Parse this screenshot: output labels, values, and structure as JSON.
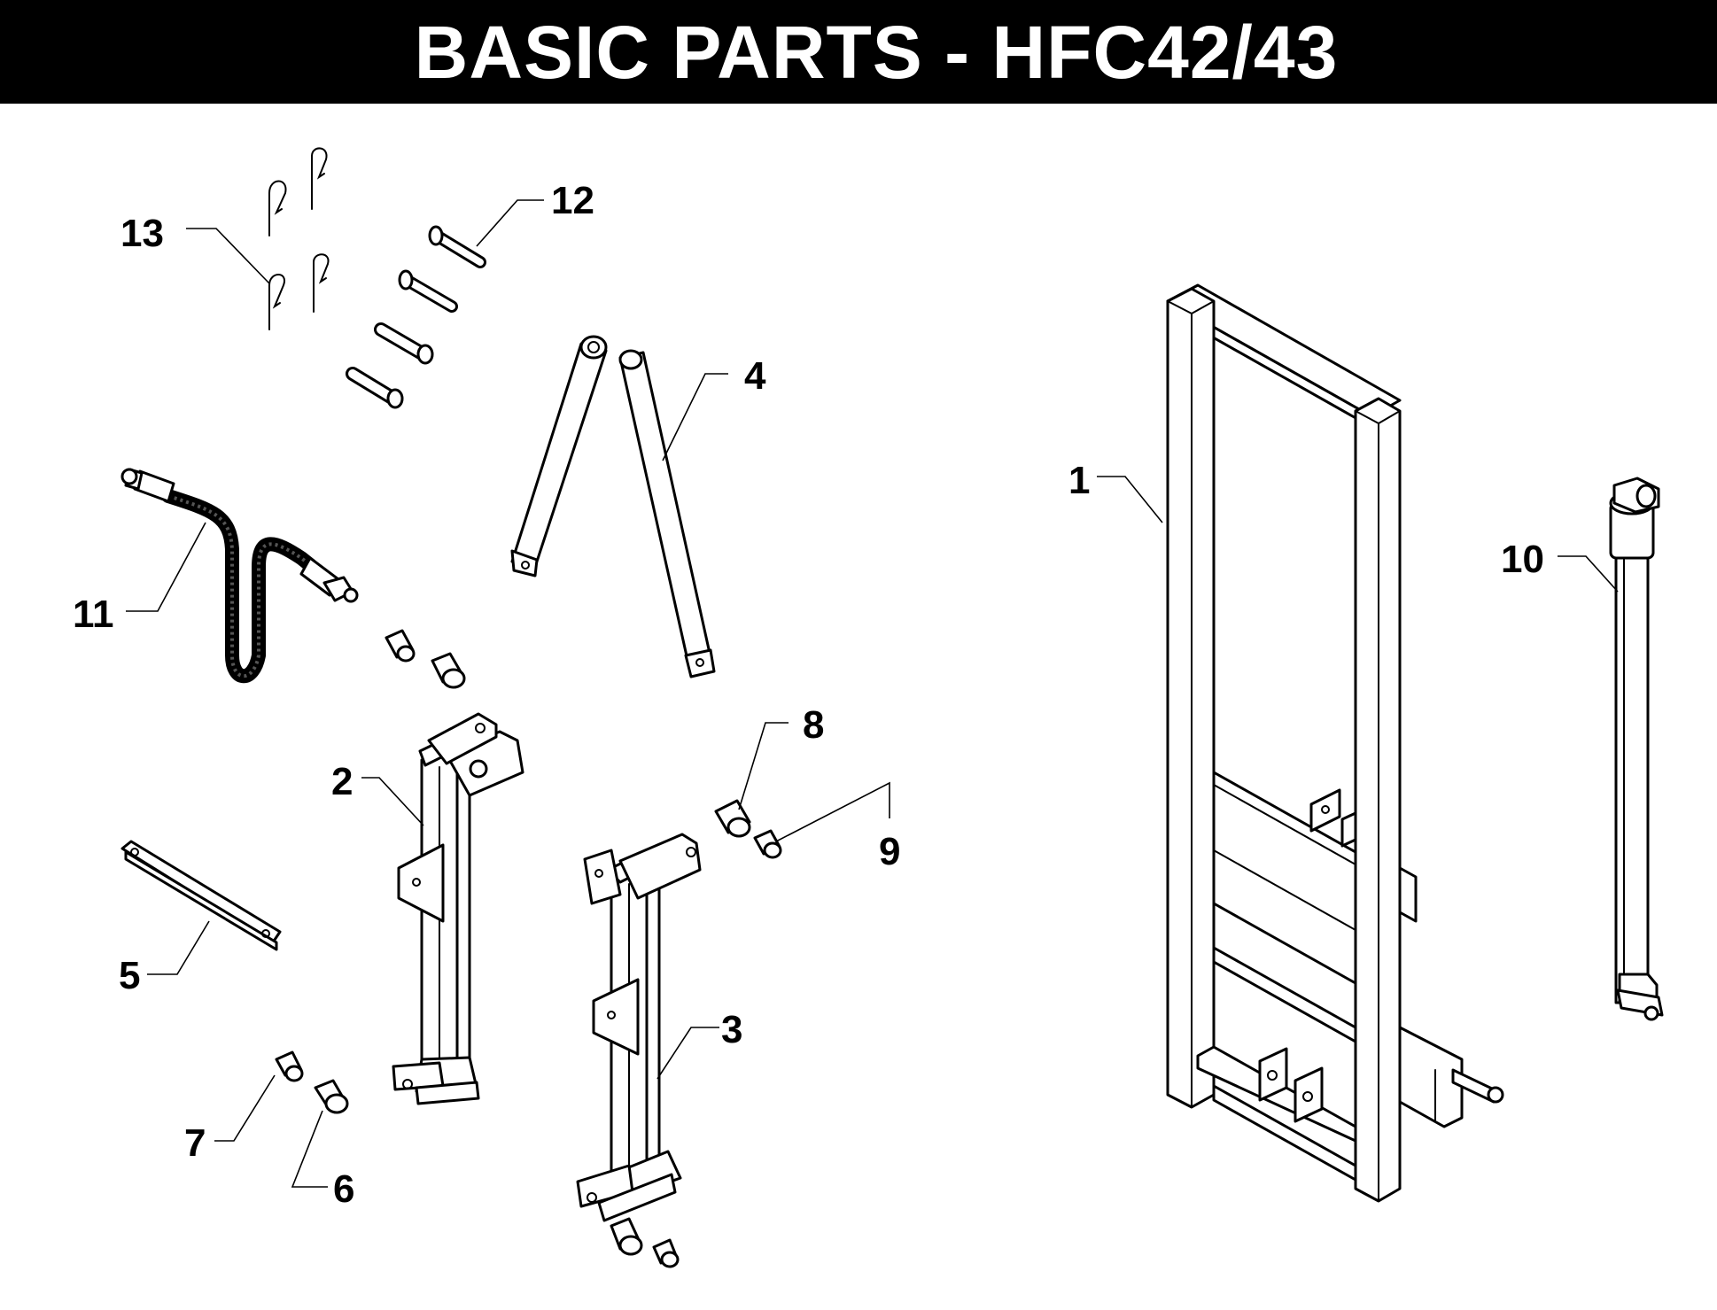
{
  "title": "BASIC PARTS - HFC42/43",
  "colors": {
    "title_bar": "#000000",
    "title_text": "#ffffff",
    "line_art": "#000000",
    "background": "#ffffff"
  },
  "callouts": [
    {
      "id": "1",
      "label": "1",
      "part": "main-frame"
    },
    {
      "id": "2",
      "label": "2",
      "part": "left-lift-arm"
    },
    {
      "id": "3",
      "label": "3",
      "part": "right-lift-arm"
    },
    {
      "id": "4",
      "label": "4",
      "part": "brace-straps"
    },
    {
      "id": "5",
      "label": "5",
      "part": "flat-link"
    },
    {
      "id": "6",
      "label": "6",
      "part": "large-bushing"
    },
    {
      "id": "7",
      "label": "7",
      "part": "small-bushing"
    },
    {
      "id": "8",
      "label": "8",
      "part": "large-bushing"
    },
    {
      "id": "9",
      "label": "9",
      "part": "small-bushing"
    },
    {
      "id": "10",
      "label": "10",
      "part": "hydraulic-cylinder"
    },
    {
      "id": "11",
      "label": "11",
      "part": "hydraulic-hose"
    },
    {
      "id": "12",
      "label": "12",
      "part": "pins"
    },
    {
      "id": "13",
      "label": "13",
      "part": "hitch-pin-clips"
    }
  ]
}
